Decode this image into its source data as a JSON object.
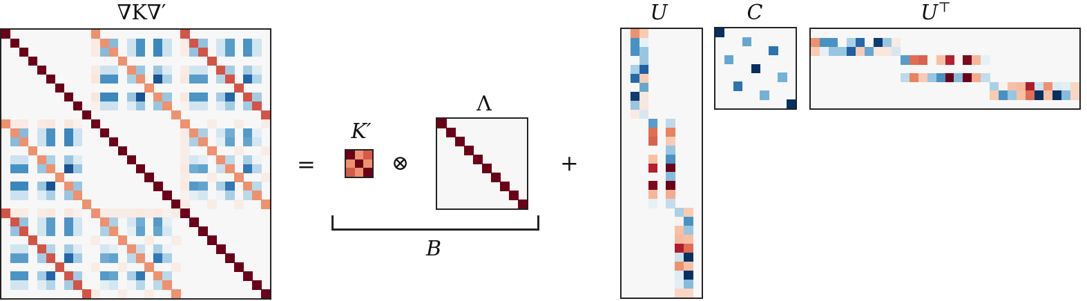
{
  "equation": {
    "lhs_label": "∇K∇′",
    "equals": "=",
    "kron": "⊗",
    "plus": "+",
    "kprime_label": "K′",
    "lambda_label": "Λ",
    "b_label": "B",
    "u_label": "U",
    "c_label": "C",
    "ut_label": "U",
    "ut_superscript": "⊤"
  },
  "colormap": {
    "name": "RdBu_r",
    "background": "#f7f7f7",
    "border": "#222222",
    "stops": {
      "-1.0": "#053061",
      "-0.8": "#1f5fa3",
      "-0.6": "#3a87bd",
      "-0.4": "#74b1d6",
      "-0.2": "#bcdaeb",
      "-0.08": "#e3eef5",
      "0": "#f7f7f7",
      "0.08": "#f9e6dc",
      "0.2": "#f9cbb3",
      "0.4": "#f1a07f",
      "0.5": "#e8825f",
      "0.6": "#d55a4a",
      "0.8": "#b61f2e",
      "1.0": "#6b0019"
    }
  },
  "chart_data": {
    "type": "heatmap",
    "title": "∇K∇′ = K′ ⊗ Λ + U C U⊤",
    "matrices": {
      "gradient_kernel": {
        "label": "∇K∇′",
        "rows": 30,
        "cols": 30,
        "block_size": 10
      },
      "kprime": {
        "label": "K′",
        "rows": 3,
        "cols": 3,
        "values": [
          [
            1.0,
            0.45,
            0.6
          ],
          [
            0.45,
            1.0,
            0.45
          ],
          [
            0.6,
            0.45,
            1.0
          ]
        ]
      },
      "lambda": {
        "label": "Λ",
        "rows": 10,
        "cols": 10,
        "diagonal": 1.0
      },
      "U": {
        "label": "U",
        "rows": 30,
        "cols": 9
      },
      "C": {
        "label": "C",
        "rows": 9,
        "cols": 9,
        "entries": [
          [
            0,
            0,
            -1.0
          ],
          [
            1,
            3,
            -0.45
          ],
          [
            2,
            6,
            -0.7
          ],
          [
            3,
            1,
            -0.45
          ],
          [
            4,
            4,
            -1.0
          ],
          [
            5,
            7,
            -0.4
          ],
          [
            6,
            2,
            -0.7
          ],
          [
            7,
            5,
            -0.4
          ],
          [
            8,
            8,
            -1.0
          ]
        ]
      },
      "UT": {
        "label": "U⊤",
        "rows": 9,
        "cols": 30,
        "rows_data": [
          {
            "row": 1,
            "start": 0,
            "values": [
              0.45,
              -0.55,
              -0.55,
              0,
              -0.25,
              -0.75,
              0,
              -0.95,
              -0.3,
              0.06
            ]
          },
          {
            "row": 2,
            "start": 0,
            "values": [
              0.2,
              -0.06,
              -0.3,
              -0.3,
              -0.8,
              0.2,
              -0.45,
              0.08,
              0.08,
              -0.12
            ]
          },
          {
            "row": 3,
            "start": 10,
            "values": [
              -0.5,
              0.55,
              0.58,
              0,
              0.25,
              0.8,
              0,
              0.95,
              0.3,
              -0.06
            ]
          },
          {
            "row": 5,
            "start": 10,
            "values": [
              -0.2,
              0.5,
              0.2,
              -0.3,
              -0.55,
              1.0,
              -0.35,
              1.0,
              0.35,
              -0.18
            ]
          },
          {
            "row": 6,
            "start": 20,
            "values": [
              -0.25,
              0.03,
              0.25,
              0.28,
              0.82,
              -0.15,
              0.45,
              -0.1,
              -0.08,
              0.15
            ]
          },
          {
            "row": 7,
            "start": 20,
            "values": [
              0.2,
              -0.55,
              -0.3,
              0.25,
              0.55,
              -1.0,
              0.25,
              -1.0,
              -0.35,
              0.15
            ]
          }
        ]
      }
    },
    "diagonal_values": {
      "block_11": 1.0,
      "block_22": 1.0,
      "block_33": 1.0,
      "offdiag_12": 0.45,
      "offdiag_13": 0.6,
      "offdiag_23": 0.45
    },
    "inner_block_pattern": [
      [
        0,
        0,
        0,
        0,
        0,
        0,
        0,
        0,
        0,
        0
      ],
      [
        0.06,
        0.45,
        -0.35,
        0,
        -0.15,
        -0.55,
        0,
        -0.6,
        -0.15,
        0
      ],
      [
        0.06,
        -0.35,
        0.45,
        0,
        -0.15,
        -0.55,
        0,
        -0.6,
        -0.15,
        0
      ],
      [
        0,
        0,
        0,
        0,
        0,
        0,
        0,
        0,
        0,
        0
      ],
      [
        0.06,
        -0.15,
        -0.15,
        0,
        0,
        -0.3,
        0,
        -0.3,
        -0.1,
        0
      ],
      [
        0.08,
        -0.55,
        -0.55,
        0,
        -0.25,
        0.25,
        0,
        -0.85,
        -0.25,
        0
      ],
      [
        0,
        0,
        0,
        0,
        0,
        0,
        0,
        0,
        0,
        0
      ],
      [
        0.08,
        -0.6,
        -0.6,
        0,
        -0.3,
        -0.85,
        0,
        0.25,
        -0.3,
        0
      ],
      [
        0.03,
        -0.15,
        -0.15,
        0,
        -0.1,
        -0.3,
        0,
        -0.3,
        0,
        0
      ],
      [
        0,
        0,
        0,
        0,
        0,
        0,
        0,
        0,
        0,
        0
      ]
    ]
  }
}
